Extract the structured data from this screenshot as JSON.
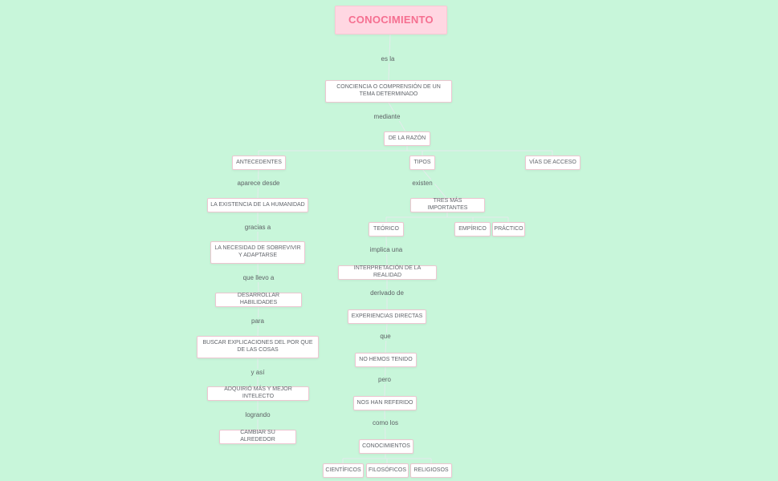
{
  "colors": {
    "background": "#c8f6da",
    "node_background": "#ffffff",
    "node_border": "#edc6d1",
    "node_text": "#60646a",
    "title_background": "#ffd7e2",
    "title_text": "#f56f90",
    "connector": "#e4ebec",
    "edge_label_text": "#5d6165"
  },
  "nodes": {
    "conocimiento": {
      "label": "CONOCIMIENTO"
    },
    "conciencia": {
      "label": "CONCIENCIA O COMPRENSIÓN DE UN TEMA DETERMINADO"
    },
    "razon": {
      "label": "DE LA RAZÓN"
    },
    "antecedentes": {
      "label": "ANTECEDENTES"
    },
    "tipos": {
      "label": "TIPOS"
    },
    "vias": {
      "label": "VÍAS DE ACCESO"
    },
    "existencia": {
      "label": "LA EXISTENCIA DE LA HUMANIDAD"
    },
    "necesidad": {
      "label": "LA NECESIDAD DE SOBREVIVIR Y ADAPTARSE"
    },
    "desarrollar": {
      "label": "DESARROLLAR HABILIDADES"
    },
    "buscar": {
      "label": "BUSCAR EXPLICACIONES DEL POR QUE DE LAS COSAS"
    },
    "adquirio": {
      "label": "ADQUIRIÓ MÁS Y MEJOR INTELECTO"
    },
    "cambiar": {
      "label": "CAMBIAR SU ALREDEDOR"
    },
    "tres": {
      "label": "TRES MÁS IMPORTANTES"
    },
    "teorico": {
      "label": "TEÓRICO"
    },
    "empirico": {
      "label": "EMPÍRICO"
    },
    "practico": {
      "label": "PRÁCTICO"
    },
    "interpretacion": {
      "label": "INTERPRETACIÓN DE LA REALIDAD"
    },
    "experiencias": {
      "label": "EXPERIENCIAS DIRECTAS"
    },
    "no_hemos": {
      "label": "NO HEMOS TENIDO"
    },
    "nos_han": {
      "label": "NOS HAN REFERIDO"
    },
    "conocimientos": {
      "label": "CONOCIMIENTOS"
    },
    "cientificos": {
      "label": "CIENTÍFICOS"
    },
    "filosoficos": {
      "label": "FILOSÓFICOS"
    },
    "religiosos": {
      "label": "RELIGIOSOS"
    }
  },
  "edge_labels": {
    "es_la": "es la",
    "mediante": "mediante",
    "aparece": "aparece desde",
    "existen": "existen",
    "gracias": "gracias a",
    "que_llevo": "que llevo a",
    "para": "para",
    "y_asi": "y así",
    "logrando": "logrando",
    "implica": "implica una",
    "derivado": "derivado de",
    "que": "que",
    "pero": "pero",
    "como_los": "como los"
  }
}
